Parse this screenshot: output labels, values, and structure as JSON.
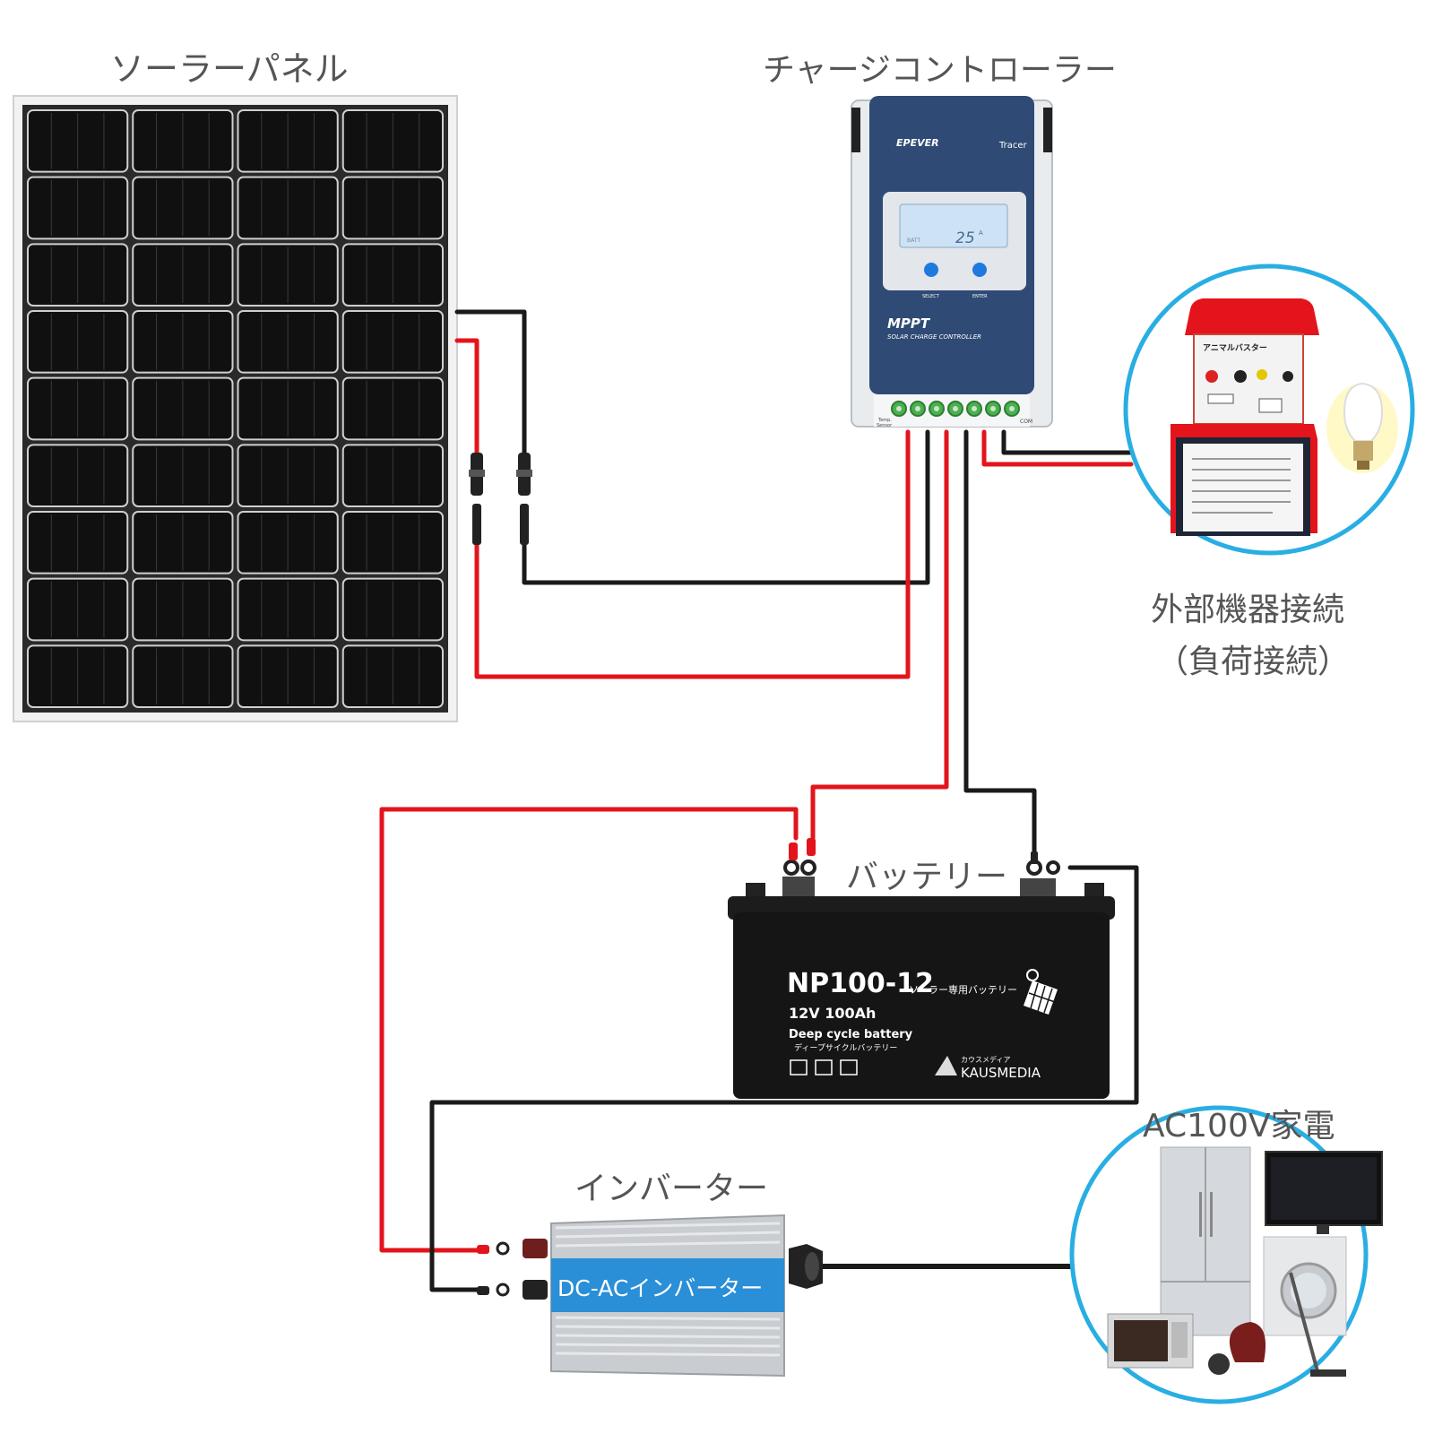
{
  "labels": {
    "solar_panel": "ソーラーパネル",
    "charge_controller": "チャージコントローラー",
    "external_device_line1": "外部機器接続",
    "external_device_line2": "（負荷接続）",
    "battery": "バッテリー",
    "inverter": "インバーター",
    "ac_appliances": "AC100V家電"
  },
  "controller": {
    "brand": "EPEVER",
    "model": "Tracer",
    "lcd_value": "25",
    "lcd_unit": "A",
    "lcd_batt": "BATT",
    "button_select": "SELECT",
    "button_enter": "ENTER",
    "type": "MPPT",
    "subtitle": "SOLAR CHARGE CONTROLLER",
    "temp_sensor_line1": "Temp.",
    "temp_sensor_line2": "Sensor",
    "com": "COM"
  },
  "battery_unit": {
    "model": "NP100-12",
    "model_suffix": "ソーラー専用バッテリー",
    "spec": "12V 100Ah",
    "type_en": "Deep cycle battery",
    "type_ja": "ディープサイクルバッテリー",
    "maker_ja": "カウスメディア",
    "maker": "KAUSMEDIA"
  },
  "inverter_unit": {
    "label": "DC-ACインバーター"
  },
  "fence_device": {
    "title": "アニマルバスター"
  },
  "colors": {
    "positive_wire": "#e3141b",
    "negative_wire": "#1a1a1a",
    "circle_border": "#29aee3",
    "controller_blue": "#2f4a75",
    "inverter_band": "#2a8fd6"
  }
}
